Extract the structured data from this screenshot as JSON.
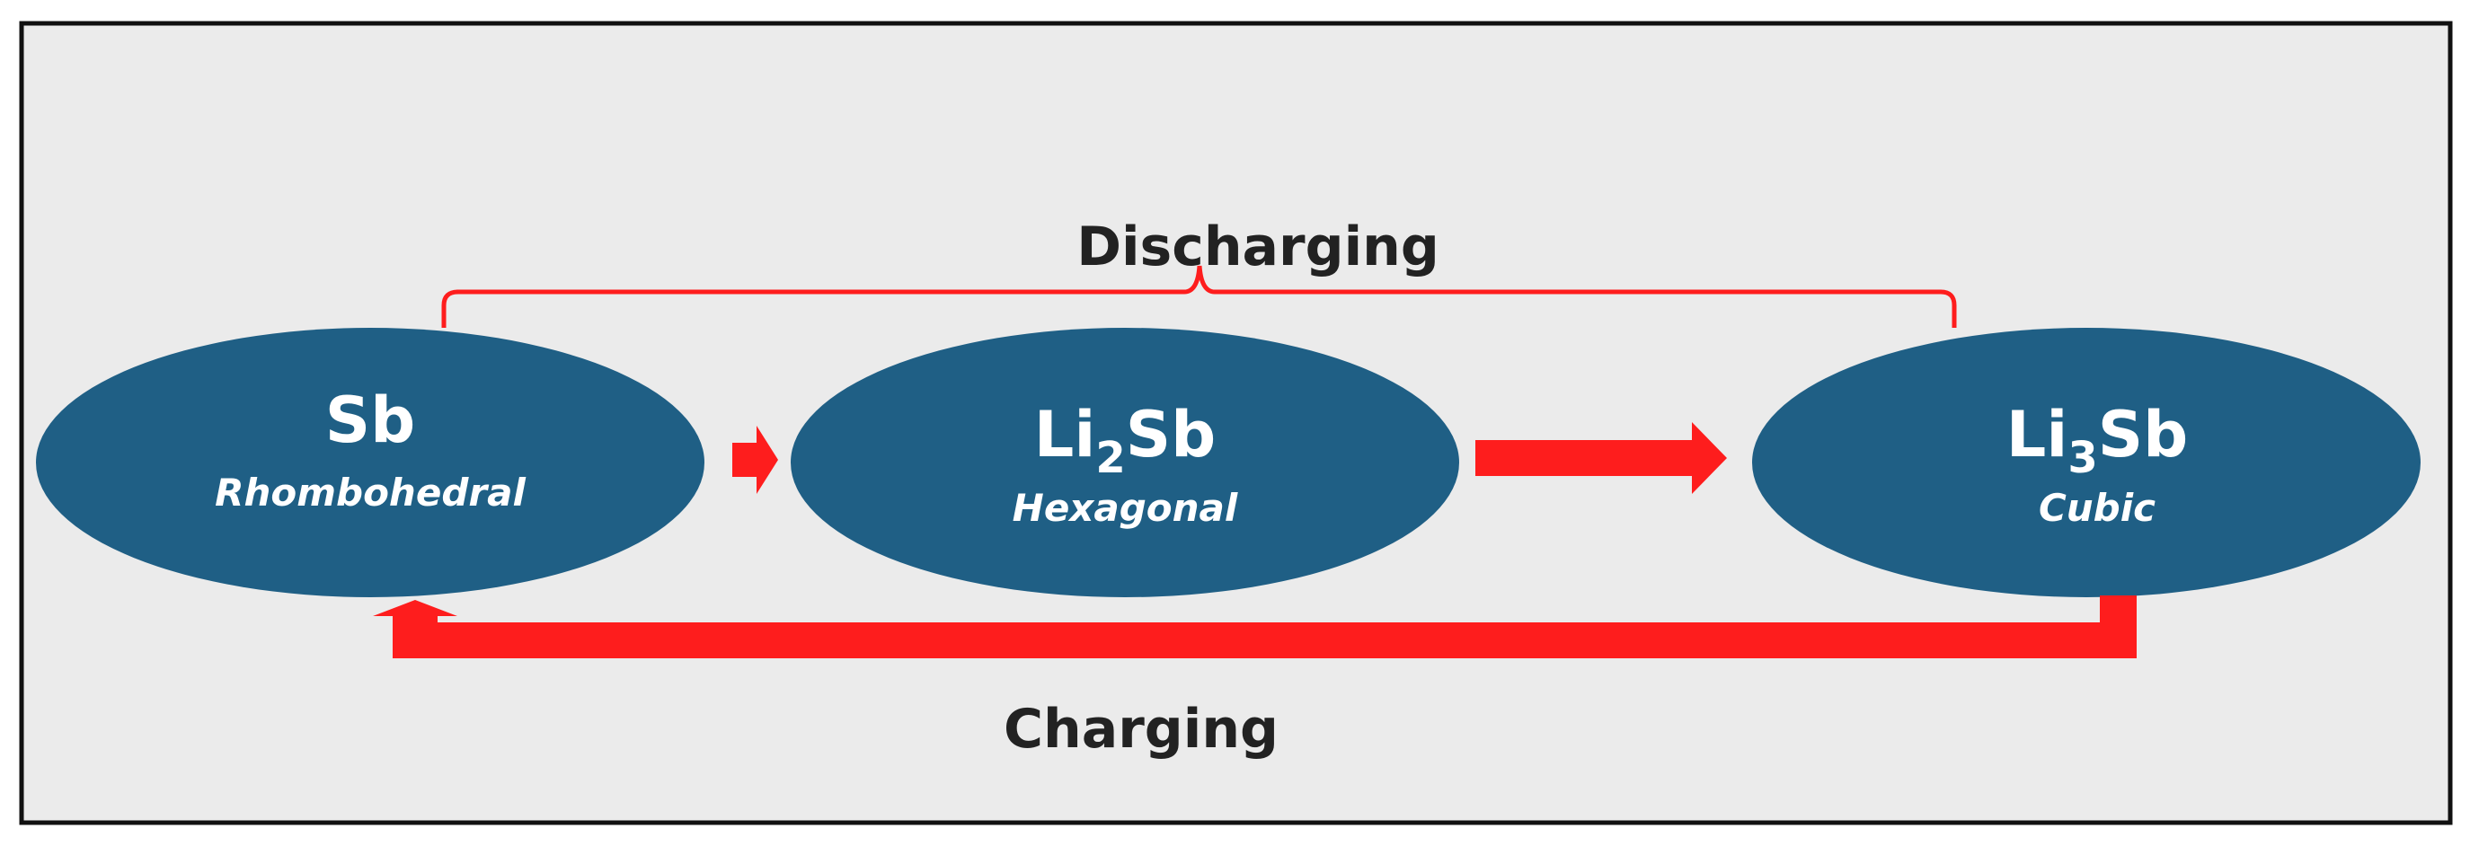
{
  "colors": {
    "background": "#ebebeb",
    "frame": "#111111",
    "ellipse": "#1f5f85",
    "arrow": "#fe1d1d",
    "label_text": "#222222",
    "ellipse_text": "#ffffff"
  },
  "discharging_label": "Discharging",
  "charging_label": "Charging",
  "phases": [
    {
      "name_base": "Sb",
      "name_sub": "",
      "name_tail": "",
      "structure": "Rhombohedral"
    },
    {
      "name_base": "Li",
      "name_sub": "2",
      "name_tail": "Sb",
      "structure": "Hexagonal"
    },
    {
      "name_base": "Li",
      "name_sub": "3",
      "name_tail": "Sb",
      "structure": "Cubic"
    }
  ]
}
